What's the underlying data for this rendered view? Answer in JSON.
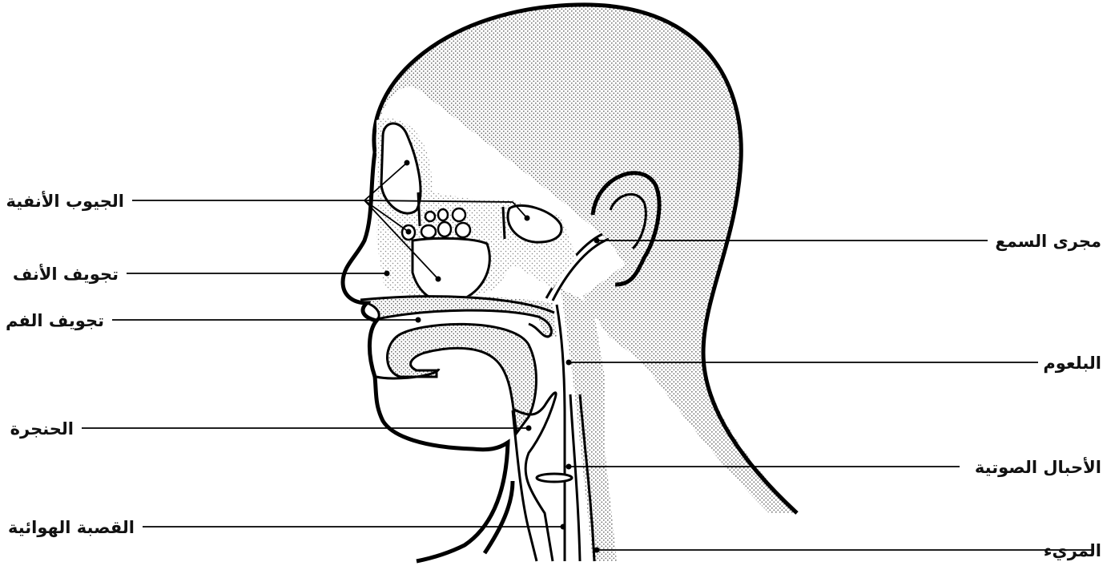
{
  "labels": {
    "nasal_sinuses": "الجيوب الأنفية",
    "nasal_cavity": "تجويف الأنف",
    "oral_cavity": "تجويف الفم",
    "larynx": "الحنجرة",
    "trachea": "القصبة الهوائية",
    "ear_canal": "مجرى السمع",
    "pharynx": "البلعوم",
    "vocal_cords": "الأحبال الصوتية",
    "esophagus": "المريء"
  },
  "colors": {
    "stroke": "#000000",
    "stipple": "#6e6e6e",
    "background": "#ffffff",
    "text": "#111111"
  }
}
